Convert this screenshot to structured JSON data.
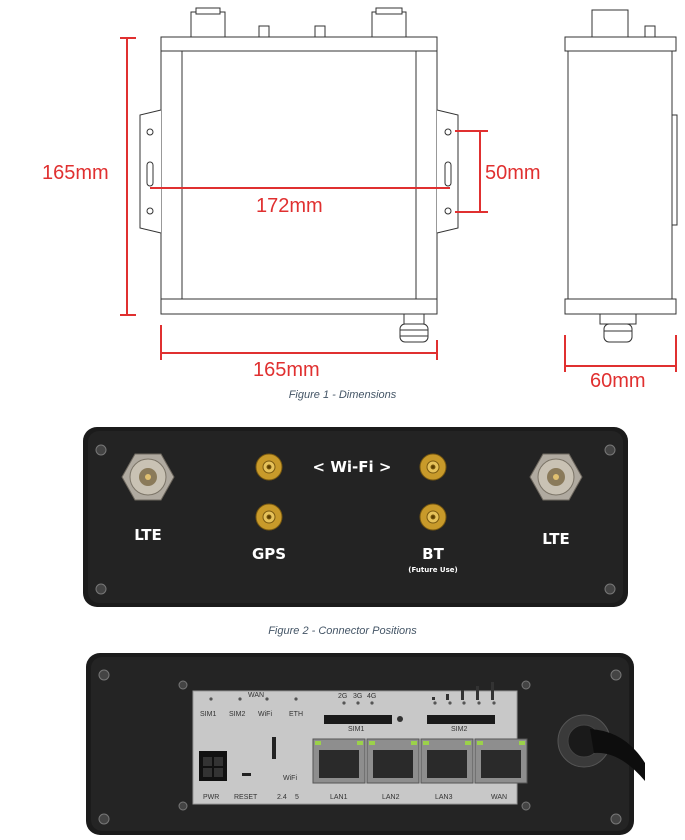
{
  "figure1": {
    "caption": "Figure 1 - Dimensions",
    "height_label": "165mm",
    "inner_width_label": "172mm",
    "hole_spacing_label": "50mm",
    "width_label": "165mm",
    "depth_label": "60mm",
    "dimension_color": "#e03030"
  },
  "figure2": {
    "caption": "Figure 2 - Connector Positions",
    "lte_left": "LTE",
    "lte_right": "LTE",
    "gps": "GPS",
    "wifi": "< Wi-Fi >",
    "bt": "BT",
    "bt_note": "(Future Use)"
  },
  "figure3": {
    "leds_top": [
      "SIM1",
      "SIM2",
      "WiFi",
      "ETH"
    ],
    "wan_led": "WAN",
    "network_leds": [
      "2G",
      "3G",
      "4G"
    ],
    "sim1": "SIM1",
    "sim2": "SIM2",
    "pwr": "PWR",
    "reset": "RESET",
    "wifi_band_title": "WiFi",
    "wifi_bands": [
      "2.4",
      "5"
    ],
    "lan1": "LAN1",
    "lan2": "LAN2",
    "lan3": "LAN3",
    "wan": "WAN"
  }
}
